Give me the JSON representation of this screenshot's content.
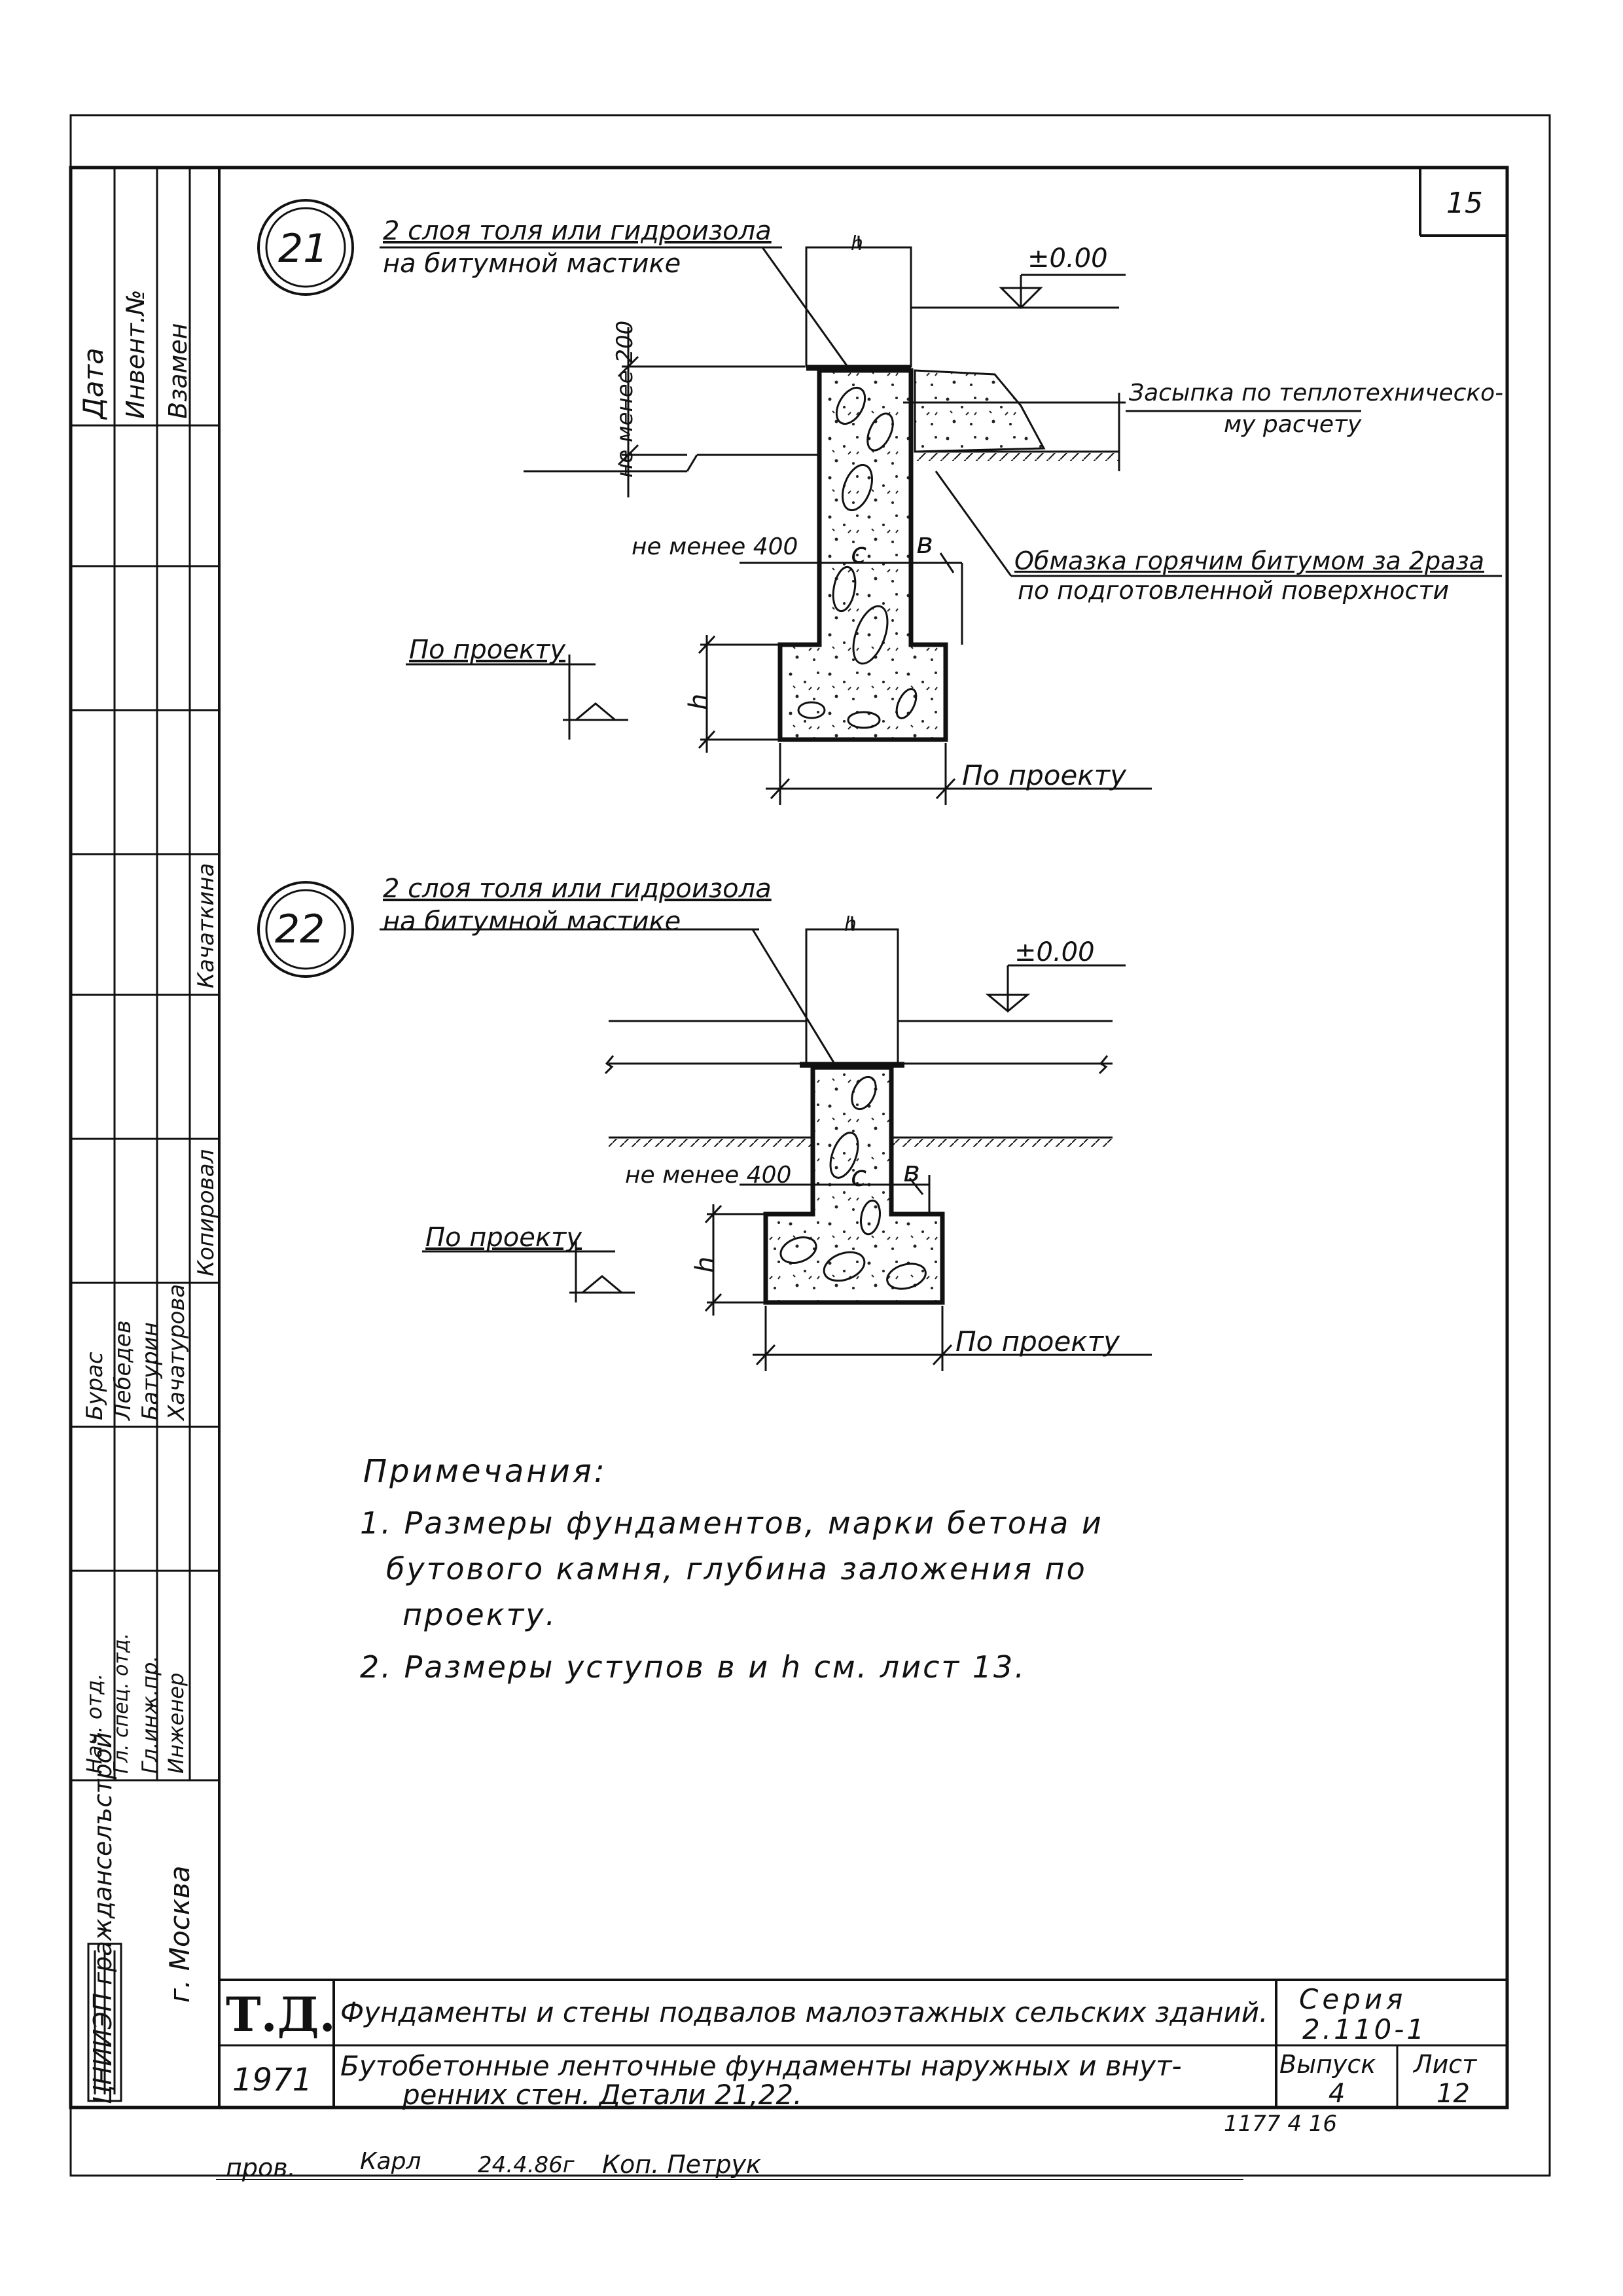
{
  "sheet_number": "15",
  "detail_21": {
    "marker": "21",
    "waterproof_1": "2 слоя толя или гидроизола",
    "waterproof_2": "на битумной мастике",
    "level": "±0.00",
    "min200": "не менее 200",
    "backfill_1": "Засыпка по теплотехническо-",
    "backfill_2": "му расчету",
    "min400": "не менее 400",
    "c": "с",
    "b": "в",
    "coating_1": "Обмазка горячим битумом за 2раза",
    "coating_2": "по подготовленной поверхности",
    "by_project_left": "По проекту",
    "h": "h",
    "by_project_bottom": "По проекту",
    "dim_top": "h"
  },
  "detail_22": {
    "marker": "22",
    "waterproof_1": "2 слоя толя или гидроизола",
    "waterproof_2": "на битумной мастике",
    "level": "±0.00",
    "min400": "не менее 400",
    "c": "с",
    "b": "в",
    "by_project_left": "По проекту",
    "h": "h",
    "by_project_bottom": "По проекту",
    "dim_top": "h"
  },
  "notes": {
    "title": "Примечания:",
    "n1_a": "1. Размеры фундаментов, марки бетона и",
    "n1_b": "бутового камня, глубина заложения по",
    "n1_c": "проекту.",
    "n2": "2. Размеры уступов в и h см. лист 13."
  },
  "left_margin": {
    "date": "Дата",
    "inv_no": "Инвент.№",
    "replace": "Взамен",
    "kachatkina": "Качаткина",
    "copied": "Копировал",
    "names": [
      "Бурас",
      "Лебедев",
      "Батурин",
      "Хачатурова"
    ],
    "roles": [
      "Нач. отд.",
      "Гл. спец. отд.",
      "Гл.инж.пр.",
      "Инженер"
    ],
    "org": "ЦНИИЭП гражданселъстрой",
    "city": "г. Москва"
  },
  "title_block": {
    "td": "Т.Д.",
    "year": "1971",
    "title_1": "Фундаменты и стены подвалов малоэтажных сельских зданий.",
    "title_2a": "Бутобетонные ленточные фундаменты наружных и внут-",
    "title_2b": "ренних стен. Детали 21,22.",
    "series_label": "Серия",
    "series_value": "2.110-1",
    "issue_label": "Выпуск",
    "issue_value": "4",
    "sheet_label": "Лист",
    "sheet_value": "12"
  },
  "footer": {
    "checked": "пров.",
    "sign": "Карл",
    "date": "24.4.86г",
    "copier": "Коп. Петрук",
    "archive": "1177 4 16"
  }
}
